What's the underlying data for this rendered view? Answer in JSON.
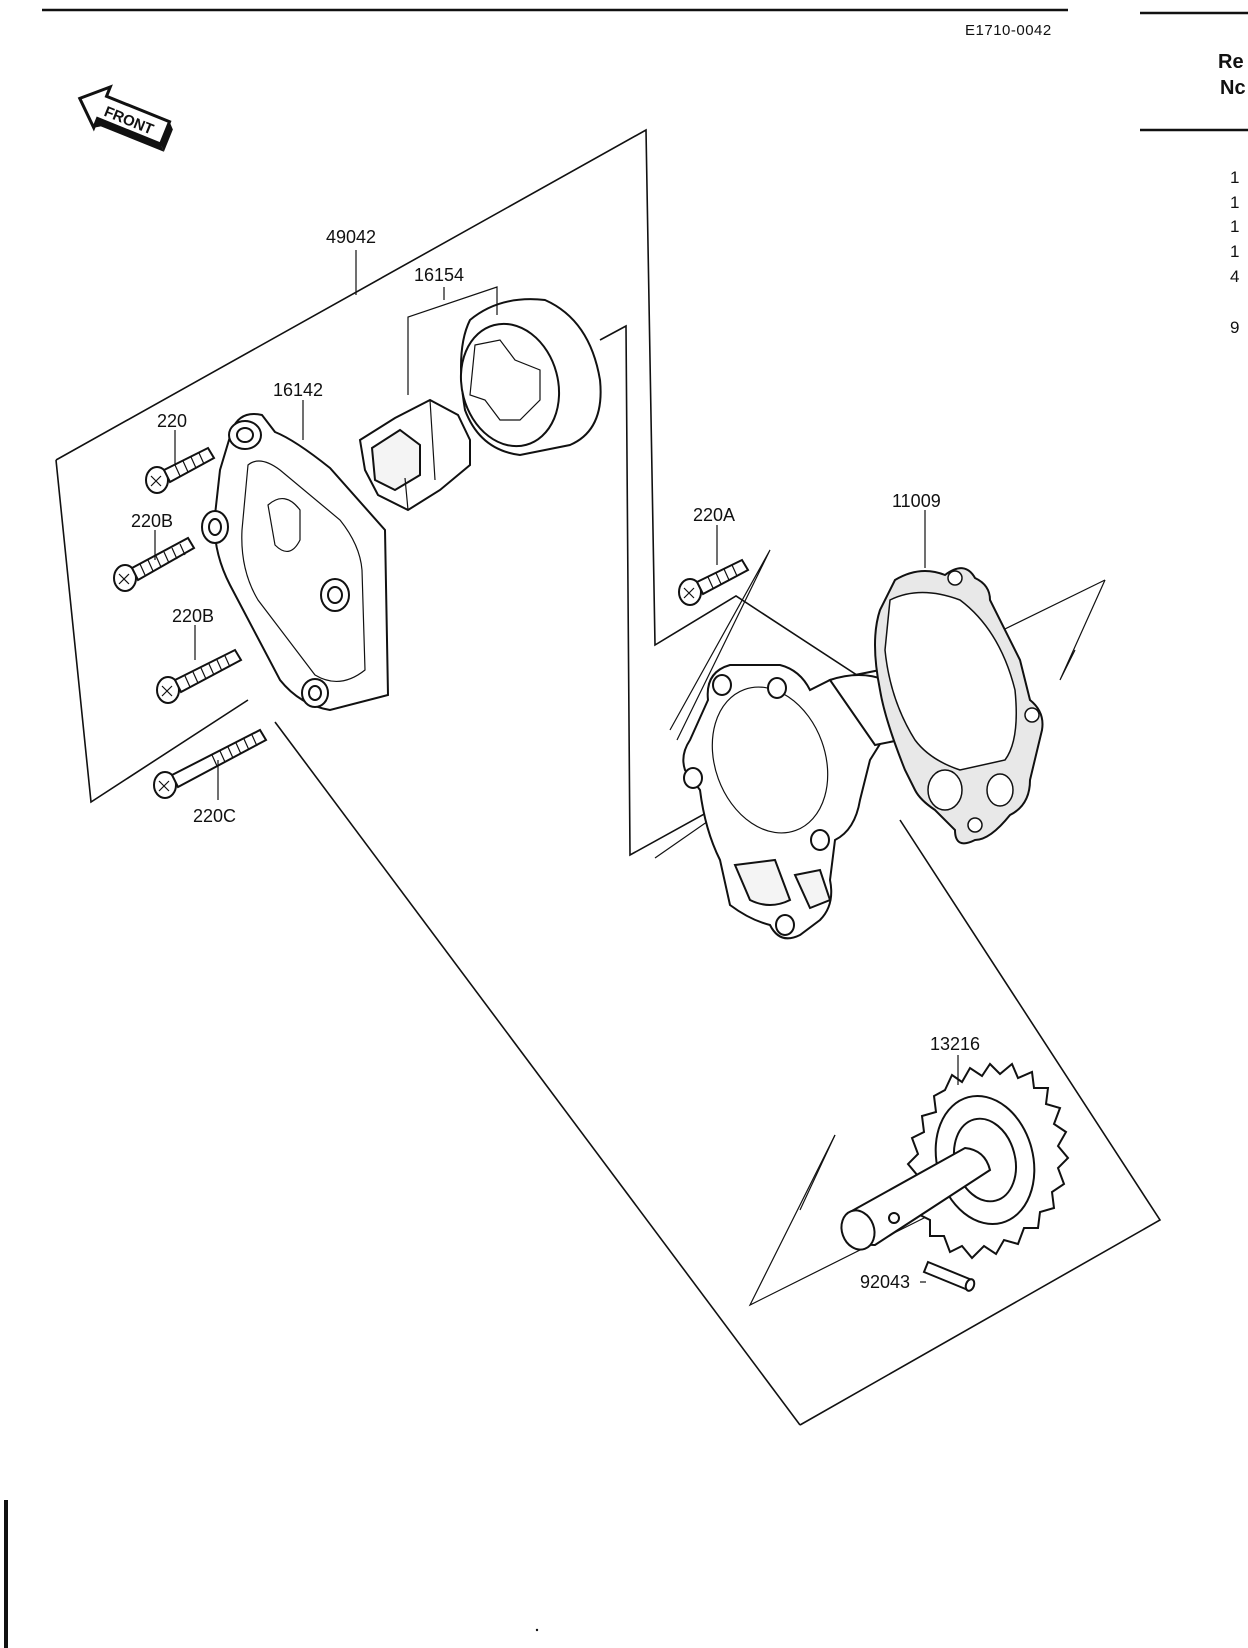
{
  "diagram_code": "E1710-0042",
  "front_label": "FRONT",
  "right_header": {
    "line1": "Re",
    "line2": "Nc"
  },
  "right_column": [
    "1",
    "1",
    "1",
    "1",
    "4",
    "9"
  ],
  "callouts": {
    "c49042": "49042",
    "c16154": "16154",
    "c16142": "16142",
    "c220": "220",
    "c220B_top": "220B",
    "c220B_bottom": "220B",
    "c220C": "220C",
    "c220A": "220A",
    "c11009": "11009",
    "c13216": "13216",
    "c92043": "92043"
  }
}
